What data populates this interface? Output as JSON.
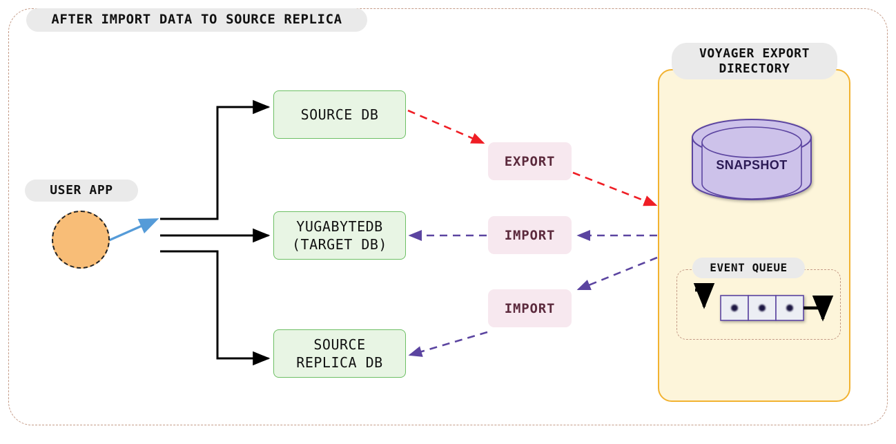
{
  "diagram": {
    "title": "AFTER IMPORT DATA TO SOURCE REPLICA",
    "colors": {
      "outer_border": "#c49a86",
      "pill_background": "#eaeaea",
      "db_fill": "#e8f5e4",
      "db_border": "#6cbf63",
      "action_fill": "#f7e8ef",
      "action_text": "#5c2a3d",
      "voyager_fill": "#fdf5da",
      "voyager_border": "#f2b230",
      "snapshot_fill": "#cdc2ea",
      "snapshot_border": "#5b44a0",
      "user_app_fill": "#f8bd77",
      "export_arrow": "#ef1e25",
      "import_arrow": "#5b44a0",
      "user_arrow": "#559bd8",
      "flow_arrow": "#000000"
    }
  },
  "user_app": {
    "label": "USER APP",
    "shape": "circle"
  },
  "databases": [
    {
      "id": "source-db",
      "label": "SOURCE DB"
    },
    {
      "id": "target-db",
      "label": "YUGABYTEDB\n(TARGET DB)",
      "line1": "YUGABYTEDB",
      "line2": "(TARGET DB)"
    },
    {
      "id": "replica-db",
      "label": "SOURCE\nREPLICA DB",
      "line1": "SOURCE",
      "line2": "REPLICA DB"
    }
  ],
  "actions": [
    {
      "id": "export-label",
      "label": "EXPORT",
      "from": "SOURCE DB",
      "to": "SNAPSHOT",
      "arrow_color": "#ef1e25"
    },
    {
      "id": "import-label-1",
      "label": "IMPORT",
      "from": "VOYAGER EXPORT DIRECTORY",
      "to": "YUGABYTEDB (TARGET DB)",
      "arrow_color": "#5b44a0"
    },
    {
      "id": "import-label-2",
      "label": "IMPORT",
      "from": "VOYAGER EXPORT DIRECTORY",
      "to": "SOURCE REPLICA DB",
      "arrow_color": "#5b44a0"
    }
  ],
  "voyager": {
    "title_line1": "VOYAGER EXPORT",
    "title_line2": "DIRECTORY",
    "title": "VOYAGER EXPORT DIRECTORY",
    "snapshot": {
      "label": "SNAPSHOT",
      "shape": "cylinder"
    },
    "event_queue": {
      "label": "EVENT QUEUE",
      "cells": 3,
      "cell_marker": "dot"
    }
  }
}
